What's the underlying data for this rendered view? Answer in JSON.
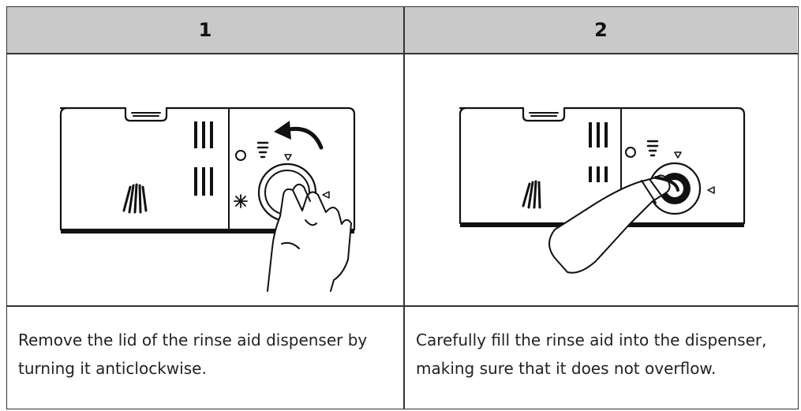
{
  "steps": [
    {
      "number": "1",
      "text": "Remove the lid of the rinse aid dispenser by turning it anticlockwise.",
      "illustration": "hand-turning-dispenser-lid-icon"
    },
    {
      "number": "2",
      "text": "Carefully fill the rinse aid into the dispenser, making sure that it does not overflow.",
      "illustration": "bottle-filling-dispenser-icon"
    }
  ]
}
